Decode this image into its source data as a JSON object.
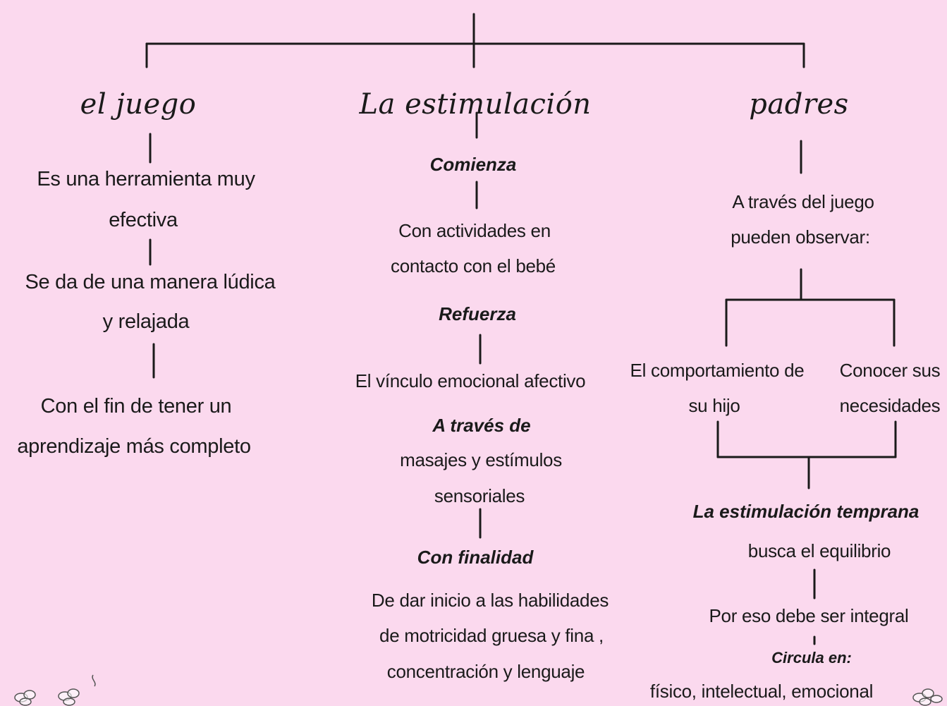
{
  "columns": [
    {
      "heading": "el juego",
      "items": [
        {
          "text": "Es una herramienta muy"
        },
        {
          "text": "efectiva"
        },
        {
          "text": "Se da de una manera lúdica"
        },
        {
          "text": "y relajada"
        },
        {
          "text": "Con el fin de tener un"
        },
        {
          "text": "aprendizaje más completo"
        }
      ]
    },
    {
      "heading": "La estimulación",
      "items": [
        {
          "text": "Comienza"
        },
        {
          "text": "Con actividades en"
        },
        {
          "text": "contacto con el bebé"
        },
        {
          "text": "Refuerza"
        },
        {
          "text": "El vínculo emocional afectivo"
        },
        {
          "text": "A través de"
        },
        {
          "text": "masajes y estímulos"
        },
        {
          "text": "sensoriales"
        },
        {
          "text": "Con finalidad"
        },
        {
          "text": "De dar inicio a las habilidades"
        },
        {
          "text": "de motricidad gruesa y fina ,"
        },
        {
          "text": "concentración y lenguaje"
        }
      ]
    },
    {
      "heading": "padres",
      "items": [
        {
          "text": "A través del juego"
        },
        {
          "text": "pueden observar:"
        },
        {
          "text": "El comportamiento de"
        },
        {
          "text": "su hijo"
        },
        {
          "text": "Conocer sus"
        },
        {
          "text": "necesidades"
        },
        {
          "text": "La estimulación temprana"
        },
        {
          "text": "busca el equilibrio"
        },
        {
          "text": "Por eso debe ser integral"
        },
        {
          "text": "Circula en:"
        },
        {
          "text": "físico, intelectual, emocional"
        }
      ]
    }
  ],
  "icons": [
    "flower-doodle-icon",
    "flower-doodle-icon"
  ]
}
